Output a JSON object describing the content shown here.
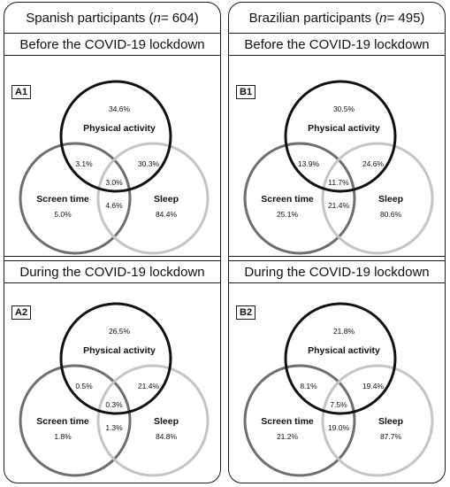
{
  "columns": [
    {
      "header_prefix": "Spanish participants (",
      "header_n": "n",
      "header_suffix": " = 604)",
      "panels": [
        {
          "period": "Before the COVID-19 lockdown",
          "label": "A1",
          "sets": [
            "Physical activity",
            "Screen time",
            "Sleep"
          ],
          "values": {
            "pa_only": "34.6%",
            "st_only": "5.0%",
            "sl_only": "84.4%",
            "pa_st": "3.1%",
            "pa_sl": "30.3%",
            "st_sl": "4.6%",
            "all": "3.0%"
          }
        },
        {
          "period": "During the COVID-19 lockdown",
          "label": "A2",
          "sets": [
            "Physical activity",
            "Screen time",
            "Sleep"
          ],
          "values": {
            "pa_only": "26.5%",
            "st_only": "1.8%",
            "sl_only": "84.8%",
            "pa_st": "0.5%",
            "pa_sl": "21.4%",
            "st_sl": "1.3%",
            "all": "0.3%"
          }
        }
      ]
    },
    {
      "header_prefix": "Brazilian participants (",
      "header_n": "n",
      "header_suffix": " = 495)",
      "panels": [
        {
          "period": "Before the COVID-19 lockdown",
          "label": "B1",
          "sets": [
            "Physical activity",
            "Screen time",
            "Sleep"
          ],
          "values": {
            "pa_only": "30.5%",
            "st_only": "25.1%",
            "sl_only": "80.6%",
            "pa_st": "13.9%",
            "pa_sl": "24.6%",
            "st_sl": "21.4%",
            "all": "11.7%"
          }
        },
        {
          "period": "During the COVID-19 lockdown",
          "label": "B2",
          "sets": [
            "Physical activity",
            "Screen time",
            "Sleep"
          ],
          "values": {
            "pa_only": "21.8%",
            "st_only": "21.2%",
            "sl_only": "87.7%",
            "pa_st": "8.1%",
            "pa_sl": "19.4%",
            "st_sl": "19.0%",
            "all": "7.5%"
          }
        }
      ]
    }
  ],
  "colors": {
    "physical_activity": "#111111",
    "screen_time": "#6e6e6e",
    "sleep": "#c4c4c4",
    "border": "#1a1a1a"
  }
}
